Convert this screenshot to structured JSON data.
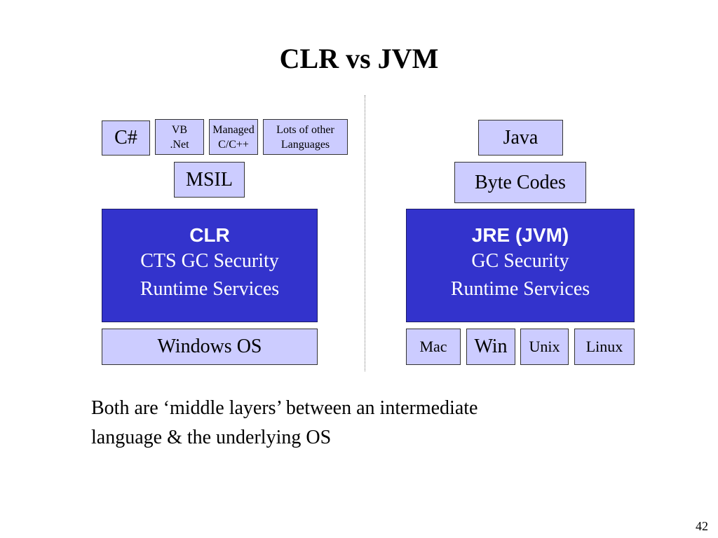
{
  "slide": {
    "title": "CLR vs JVM",
    "page_number": "42"
  },
  "left": {
    "languages": [
      "C#",
      "VB\n.Net",
      "Managed\nC/C++",
      "Lots of  other\nLanguages"
    ],
    "intermediate": "MSIL",
    "runtime": {
      "heading": "CLR",
      "body": "CTS GC Security\nRuntime Services"
    },
    "os": [
      "Windows OS"
    ]
  },
  "right": {
    "languages": [
      "Java"
    ],
    "intermediate": "Byte Codes",
    "runtime": {
      "heading": "JRE (JVM)",
      "body": "GC Security\nRuntime Services"
    },
    "os": [
      "Mac",
      "Win",
      "Unix",
      "Linux"
    ]
  },
  "note": "Both are ‘middle layers’ between an intermediate\nlanguage & the underlying OS",
  "colors": {
    "light_box": "#ccccff",
    "runtime_box": "#3333cc",
    "runtime_text": "#ffffff"
  }
}
